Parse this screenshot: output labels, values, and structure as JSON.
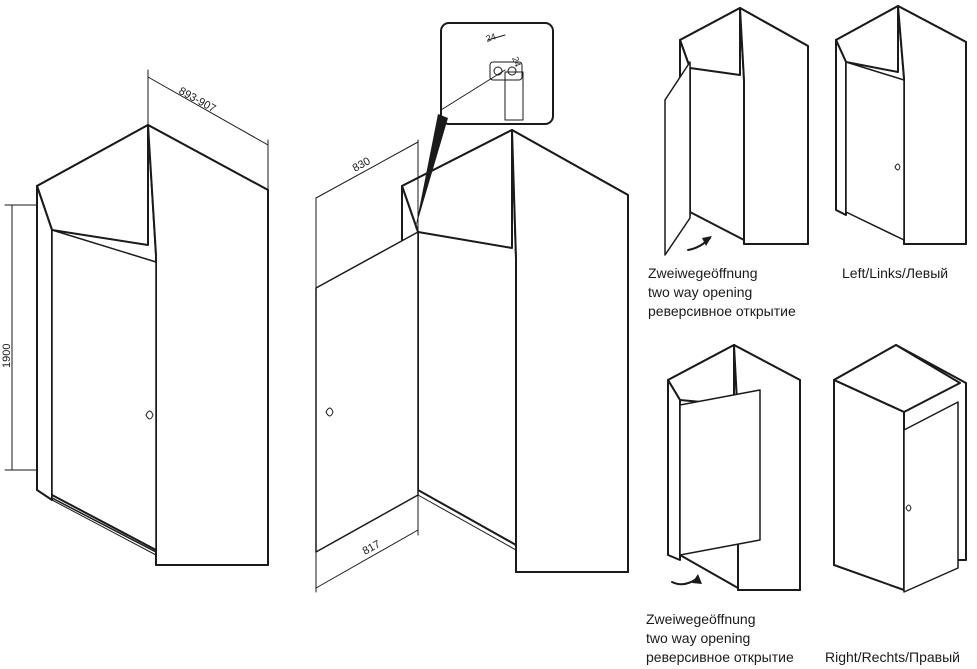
{
  "dimensions": {
    "width_range": "893-907",
    "height": "1900",
    "door_height": "830",
    "door_width": "817",
    "detail_a": "24",
    "detail_b": "24"
  },
  "captions": {
    "two_way": [
      "Zweiwegeöffnung",
      "two way opening",
      "реверсивное открытие"
    ],
    "left": "Left/Links/Левый",
    "right": "Right/Rechts/Правый"
  }
}
